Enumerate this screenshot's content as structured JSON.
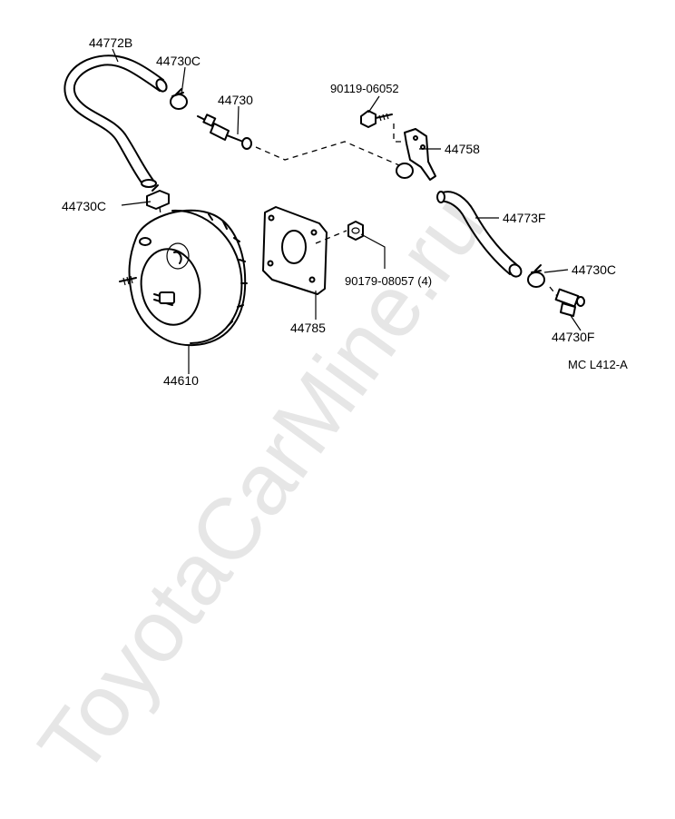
{
  "watermark": "ToyotaCarMine.ru",
  "diagram_code": "MC L412-A",
  "parts": {
    "hose_44772b": "44772B",
    "clamp_top": "44730C",
    "valve_44730": "44730",
    "bolt_90119": "90119-06052",
    "bracket_44758": "44758",
    "clamp_left": "44730C",
    "hose_44773f": "44773F",
    "clamp_right": "44730C",
    "fitting_44730f": "44730F",
    "gasket_44785": "44785",
    "nut_90179": "90179-08057 (4)",
    "booster_44610": "44610"
  }
}
